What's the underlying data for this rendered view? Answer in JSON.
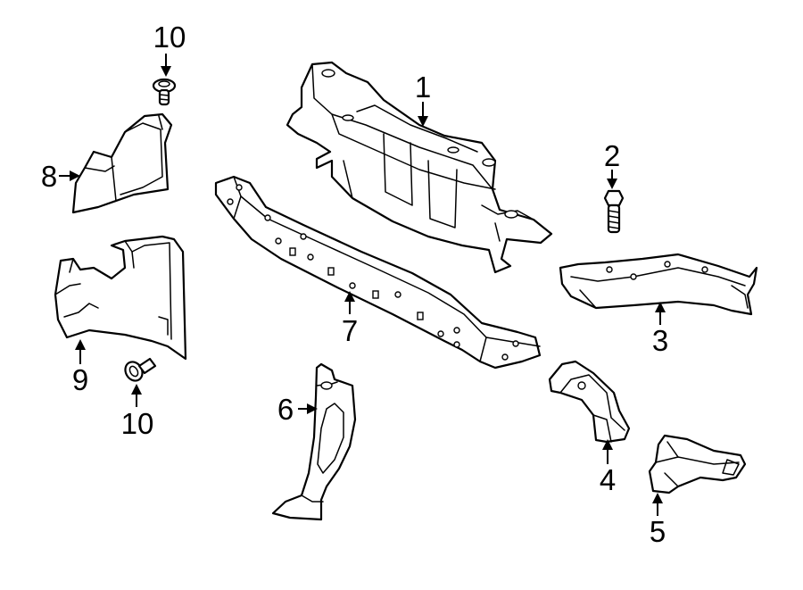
{
  "diagram": {
    "callouts": [
      {
        "id": "c1",
        "label": "1"
      },
      {
        "id": "c2",
        "label": "2"
      },
      {
        "id": "c3",
        "label": "3"
      },
      {
        "id": "c4",
        "label": "4"
      },
      {
        "id": "c5",
        "label": "5"
      },
      {
        "id": "c6",
        "label": "6"
      },
      {
        "id": "c7",
        "label": "7"
      },
      {
        "id": "c8",
        "label": "8"
      },
      {
        "id": "c9",
        "label": "9"
      },
      {
        "id": "c10a",
        "label": "10"
      },
      {
        "id": "c10b",
        "label": "10"
      }
    ],
    "colors": {
      "line": "#000000",
      "background": "#ffffff"
    }
  }
}
